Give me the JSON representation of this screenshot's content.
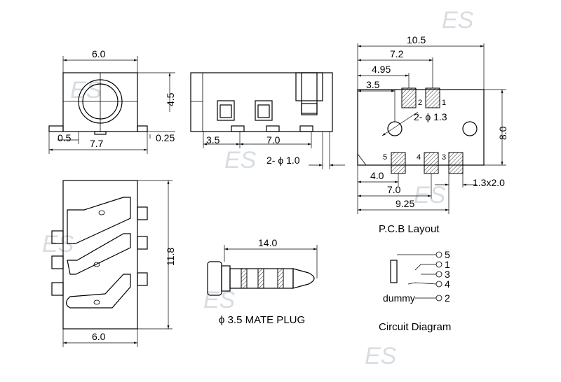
{
  "watermark": "ES",
  "front_view": {
    "width_top": "6.0",
    "height_right": "4.5",
    "dim_left": "0.5",
    "width_bottom": "7.7",
    "dim_right": "0.25"
  },
  "side_view": {
    "pitch_1": "3.5",
    "pitch_2": "7.0",
    "hole_dia": "2- ϕ 1.0"
  },
  "pcb": {
    "width_total": "10.5",
    "d_7_2": "7.2",
    "d_4_95": "4.95",
    "d_3_5": "3.5",
    "hole_label": "2- ϕ 1.3",
    "height": "8.0",
    "d_4_0": "4.0",
    "d_7_0": "7.0",
    "pad_size": "1.3x2.0",
    "d_9_25": "9.25",
    "pins": [
      "2",
      "1",
      "5",
      "4",
      "3"
    ],
    "caption": "P.C.B Layout"
  },
  "top_view": {
    "height": "11.8",
    "width": "6.0"
  },
  "plug": {
    "length": "14.0",
    "caption": "ϕ 3.5 MATE PLUG"
  },
  "circuit": {
    "pins": [
      "5",
      "1",
      "3",
      "4",
      "2"
    ],
    "dummy": "dummy",
    "caption": "Circuit Diagram"
  }
}
